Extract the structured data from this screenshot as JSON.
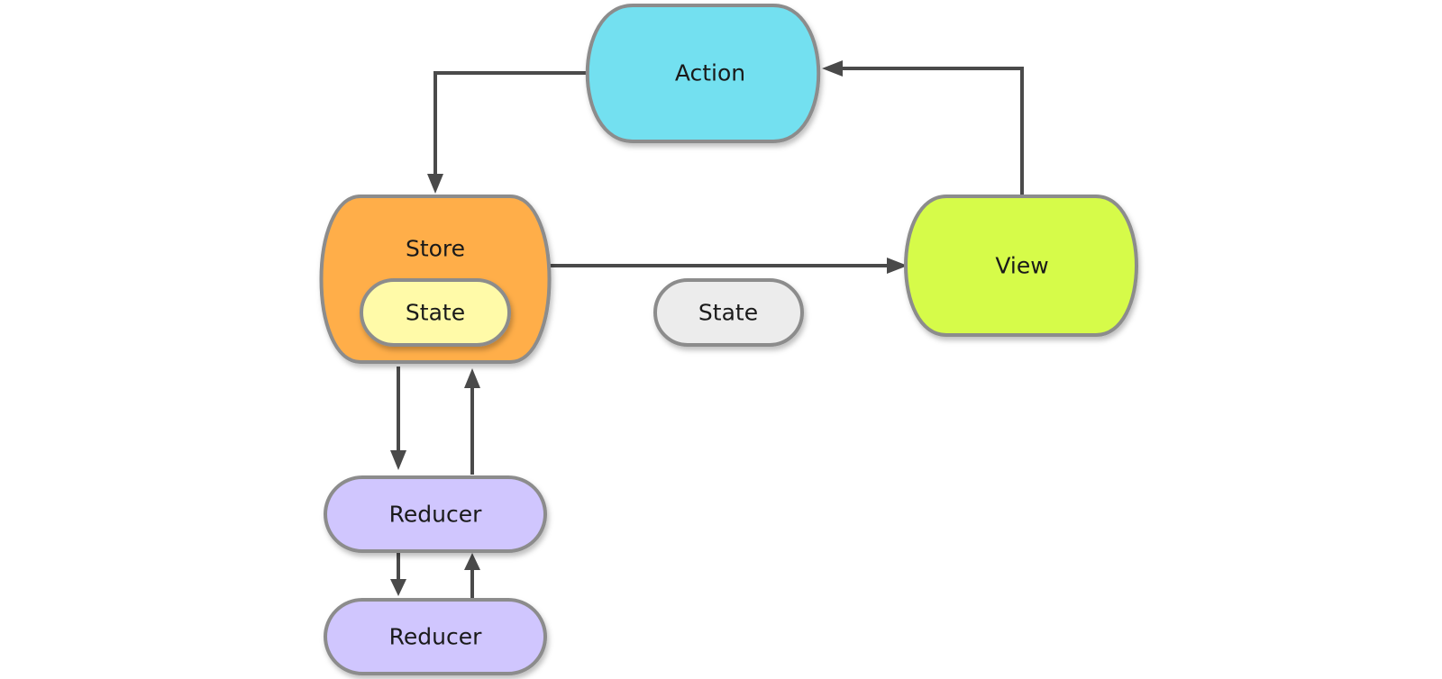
{
  "diagram": {
    "nodes": {
      "action": {
        "label": "Action",
        "fill": "#73e0f0"
      },
      "store": {
        "label": "Store",
        "fill": "#ffae4a"
      },
      "store_state": {
        "label": "State",
        "fill": "#fffaa8"
      },
      "view": {
        "label": "View",
        "fill": "#d6fb48"
      },
      "state_flow": {
        "label": "State",
        "fill": "#ececec"
      },
      "reducer_1": {
        "label": "Reducer",
        "fill": "#d0c6fe"
      },
      "reducer_2": {
        "label": "Reducer",
        "fill": "#d0c6fe"
      }
    },
    "edges": [
      {
        "from": "action",
        "to": "store"
      },
      {
        "from": "view",
        "to": "action"
      },
      {
        "from": "store",
        "to": "view",
        "label": "State"
      },
      {
        "from": "store",
        "to": "reducer_1"
      },
      {
        "from": "reducer_1",
        "to": "store"
      },
      {
        "from": "reducer_1",
        "to": "reducer_2"
      },
      {
        "from": "reducer_2",
        "to": "reducer_1"
      }
    ],
    "stroke_color": "#8c8c8c",
    "edge_color": "#4a4a4a"
  }
}
